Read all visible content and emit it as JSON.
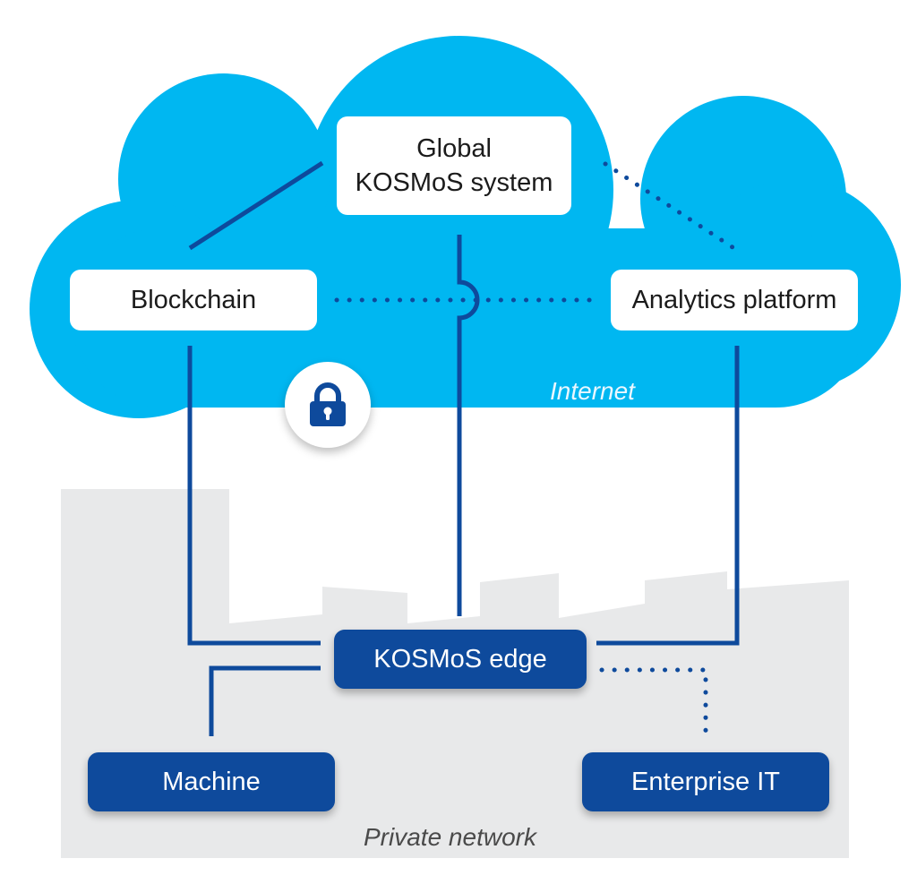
{
  "colors": {
    "cloud": "#00b7f1",
    "factory": "#e8e9ea",
    "connector": "#0e4a9c",
    "node_dark": "#0e4a9c",
    "node_light": "#ffffff"
  },
  "zones": {
    "cloud_label": "Internet",
    "private_label": "Private network"
  },
  "nodes": {
    "global": "Global\nKOSMoS system",
    "blockchain": "Blockchain",
    "analytics": "Analytics platform",
    "edge": "KOSMoS edge",
    "machine": "Machine",
    "enterprise": "Enterprise IT"
  },
  "icons": {
    "lock": "padlock-icon"
  }
}
